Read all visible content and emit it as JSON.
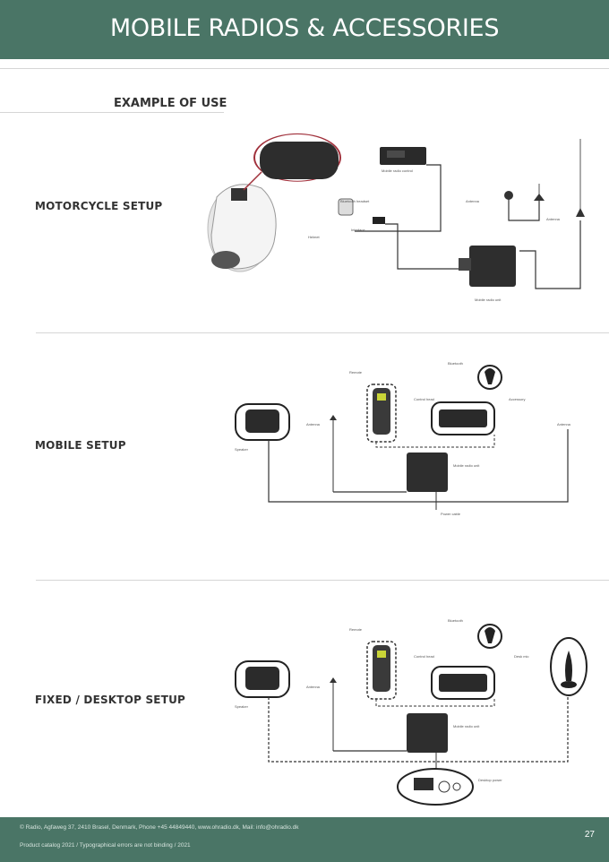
{
  "header": {
    "title": "MOBILE RADIOS & ACCESSORIES"
  },
  "subtitle": "EXAMPLE OF USE",
  "sections": {
    "motorcycle": {
      "label": "MOTORCYCLE SETUP"
    },
    "mobile": {
      "label": "MOBILE SETUP"
    },
    "fixed": {
      "label": "FIXED / DESKTOP SETUP"
    }
  },
  "footer": {
    "line1": "© Radio, Agfaweg 37, 2410 Brasel, Denmark, Phone +45 44849440, www.ohradio.dk, Mail: info@ohradio.dk",
    "line2": "Product catalog 2021   /   Typographical errors are not binding   /   2021",
    "page": "27"
  },
  "colors": {
    "brand_green": "#4a7566",
    "diagram_line": "#333333"
  }
}
